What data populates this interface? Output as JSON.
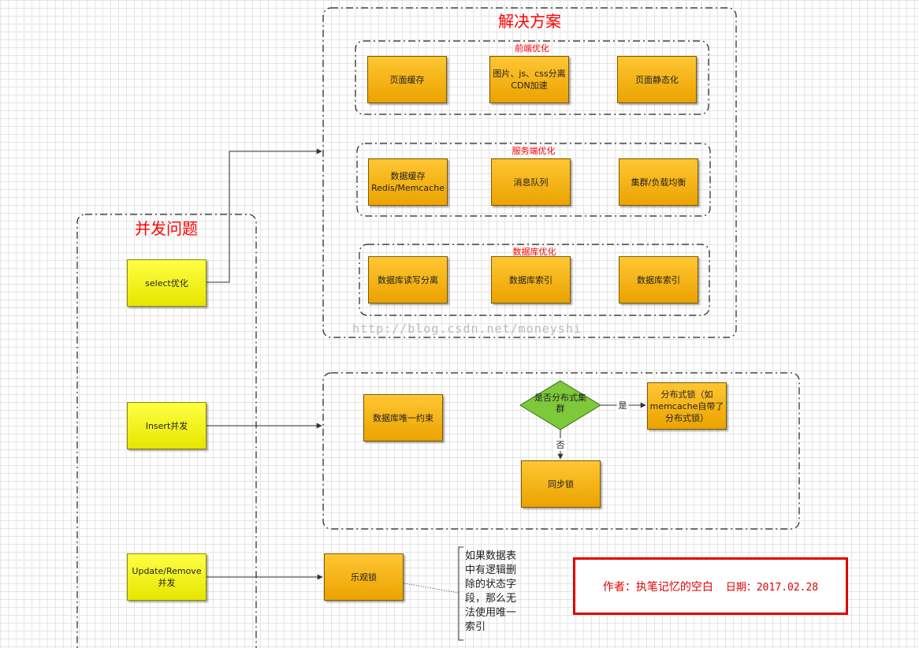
{
  "frames": {
    "problems_title": "并发问题",
    "solutions_title": "解决方案",
    "frontend_title": "前端优化",
    "server_title": "服务端优化",
    "database_title": "数据库优化"
  },
  "problems": {
    "select": "select优化",
    "insert": "Insert并发",
    "update": "Update/Remove\n并发"
  },
  "frontend": {
    "page_cache": "页面缓存",
    "split_cdn": "图片、js、css分离\nCDN加速",
    "static_page": "页面静态化"
  },
  "server": {
    "data_cache": "数据缓存\nRedis/Memcache",
    "message_queue": "消息队列",
    "cluster": "集群/负载均衡"
  },
  "database": {
    "rw_split": "数据库读写分离",
    "index_1": "数据库索引",
    "index_2": "数据库索引"
  },
  "insert_solution": {
    "unique_constraint": "数据库唯一约束",
    "decision": "是否分布式集\n群",
    "yes_label": "是",
    "no_label": "否",
    "distributed_lock": "分布式锁（如\nmemcache自带了\n分布式锁）",
    "sync_lock": "同步锁"
  },
  "update_solution": {
    "optimistic_lock": "乐观锁",
    "note": "如果数据表\n中有逻辑删\n除的状态字\n段，那么无\n法使用唯一\n索引"
  },
  "author": {
    "label": "作者：执笔记忆的空白",
    "date": "日期：2017.02.28"
  },
  "watermark": "http://blog.csdn.net/moneyshi",
  "colors": {
    "title_red": "#ff0000",
    "orange_box": "#f5b400",
    "yellow_box": "#ffff00",
    "diamond_green": "#7dc93a"
  }
}
